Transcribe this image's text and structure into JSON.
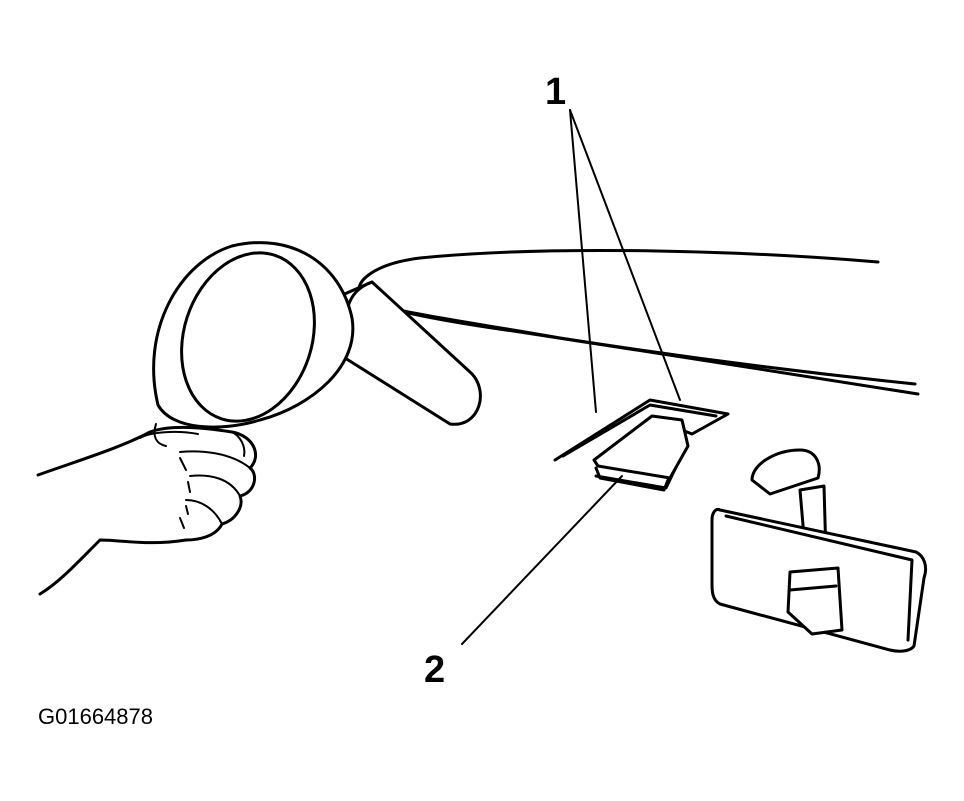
{
  "callouts": {
    "one": "1",
    "two": "2"
  },
  "figure_id": "G01664878",
  "colors": {
    "line": "#000000",
    "background": "#ffffff"
  }
}
